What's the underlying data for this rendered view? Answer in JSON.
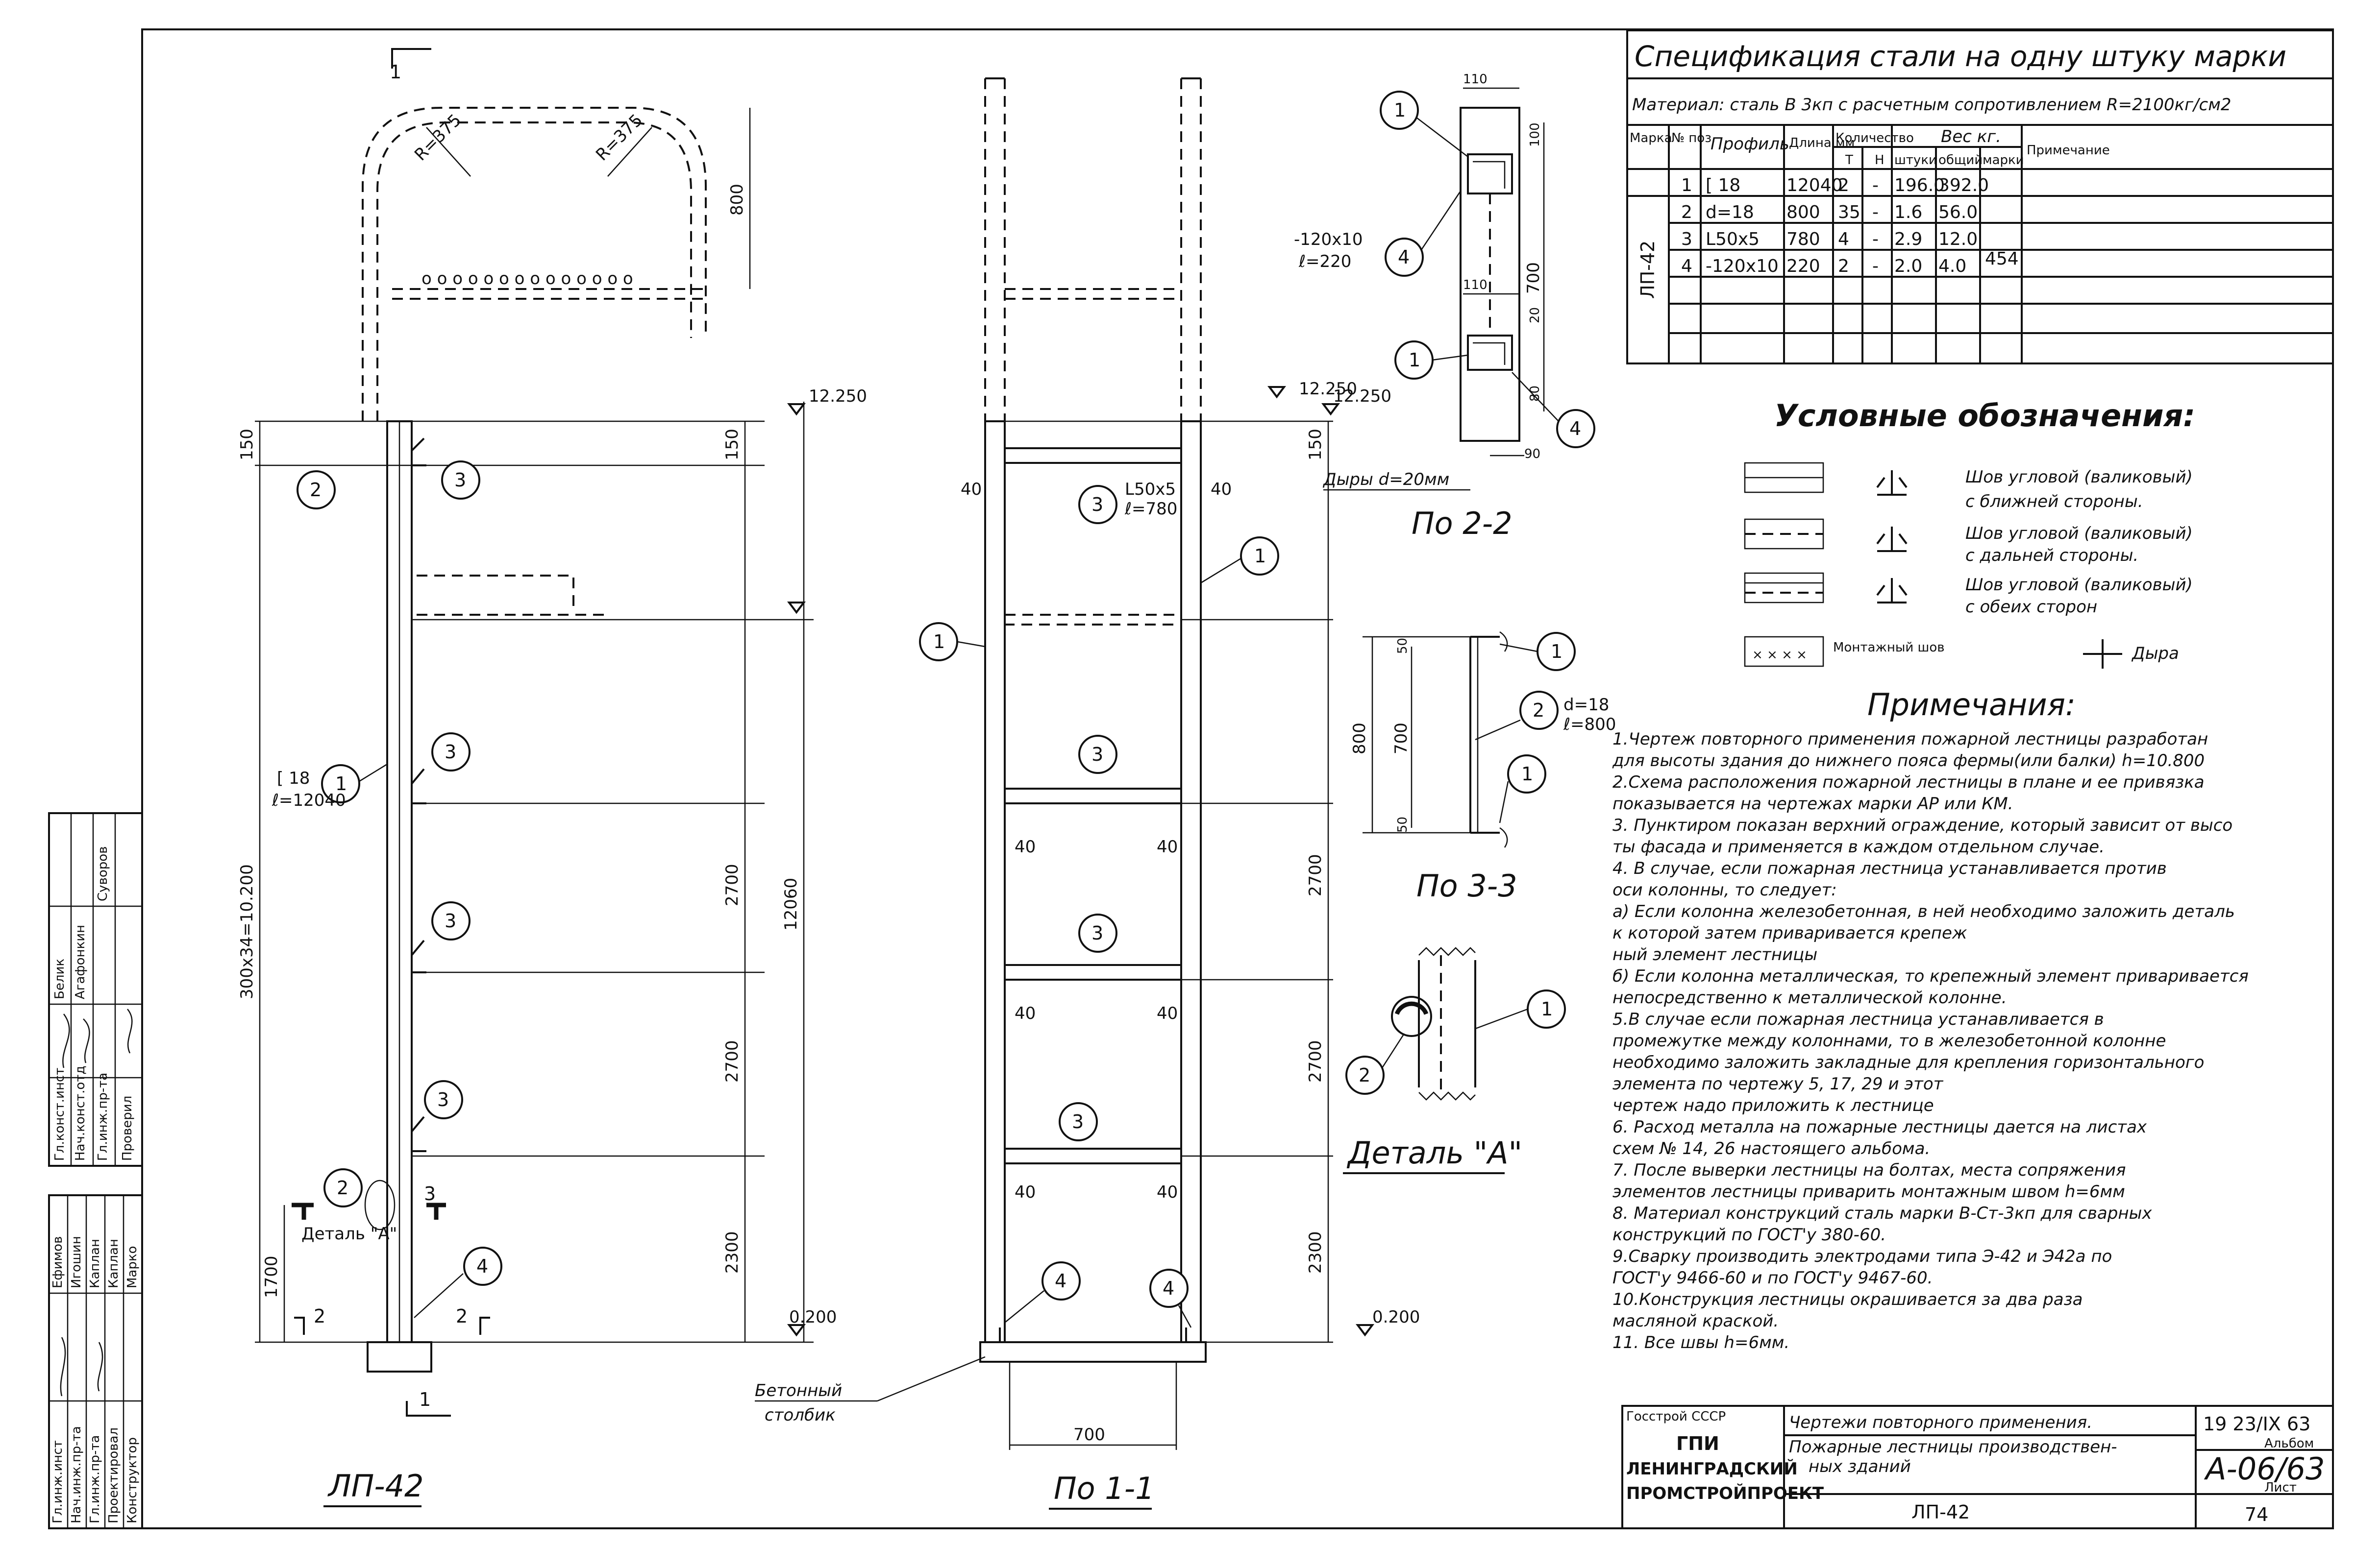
{
  "spec": {
    "title": "Спецификация стали на одну штуку марки",
    "material": "Материал: сталь В 3кп с расчетным сопротивлением R=2100кг/см2",
    "headers": {
      "mark": "Марка",
      "pos": "№ поз.",
      "profile": "Профиль",
      "length": "Длина мм",
      "qty": "Количество",
      "qty_t": "Т",
      "qty_n": "Н",
      "weight": "Вес кг.",
      "w_piece": "штуки",
      "w_total": "общий",
      "w_mark": "марки",
      "note": "Примечание"
    },
    "mark_name": "ЛП-42",
    "mark_total": "454",
    "rows": [
      {
        "pos": "1",
        "profile": "[ 18",
        "length": "12040",
        "t": "2",
        "n": "-",
        "piece": "196.0",
        "total": "392.0"
      },
      {
        "pos": "2",
        "profile": "d=18",
        "length": "800",
        "t": "35",
        "n": "-",
        "piece": "1.6",
        "total": "56.0"
      },
      {
        "pos": "3",
        "profile": "L50x5",
        "length": "780",
        "t": "4",
        "n": "-",
        "piece": "2.9",
        "total": "12.0"
      },
      {
        "pos": "4",
        "profile": "-120x10",
        "length": "220",
        "t": "2",
        "n": "-",
        "piece": "2.0",
        "total": "4.0"
      }
    ]
  },
  "legend": {
    "title": "Условные обозначения:",
    "items": [
      {
        "text1": "Шов угловой (валиковый)",
        "text2": "с ближней стороны."
      },
      {
        "text1": "Шов угловой (валиковый)",
        "text2": "с дальней стороны."
      },
      {
        "text1": "Шов угловой (валиковый)",
        "text2": "с обеих сторон"
      }
    ],
    "mount": "Монтажный шов",
    "hole": "Дыра"
  },
  "notes": {
    "title": "Примечания:",
    "lines": [
      "1.Чертеж повторного применения пожарной лестницы разработан",
      "для высоты здания до нижнего пояса фермы(или балки) h=10.800",
      "2.Схема расположения пожарной лестницы в плане и ее привязка",
      "показывается на чертежах марки АР или КМ.",
      "3. Пунктиром показан верхний ограждение, который зависит от высо",
      "ты фасада и применяется в каждом отдельном случае.",
      "4. В случае, если пожарная лестница устанавливается против",
      "оси колонны, то следует:",
      "а) Если колонна железобетонная, в ней необходимо заложить деталь",
      "к которой затем приваривается крепеж",
      "ный элемент лестницы",
      "б) Если колонна металлическая, то крепежный элемент приваривается",
      "непосредственно к металлической колонне.",
      "5.В случае если пожарная лестница устанавливается в",
      "промежутке между колоннами, то в железобетонной колонне",
      "необходимо заложить закладные для крепления горизонтального",
      "элемента по чертежу 5, 17, 29 и этот",
      "чертеж надо приложить к лестнице",
      "6. Расход металла на пожарные лестницы дается на листах",
      "схем № 14, 26 настоящего альбома.",
      "7. После выверки лестницы на болтах, места сопряжения",
      "элементов лестницы приварить монтажным швом h=6мм",
      "8. Материал конструкций сталь марки В-Ст-3кп для сварных",
      "конструкций по ГОСТ'у 380-60.",
      "9.Сварку производить электродами типа Э-42 и Э42а по",
      "ГОСТ'у 9466-60 и по ГОСТ'у 9467-60.",
      "10.Конструкция лестницы окрашивается за два раза",
      "масляной краской.",
      "11. Все швы h=6мм."
    ]
  },
  "views": {
    "main_label": "ЛП-42",
    "section11": "По 1-1",
    "section22": "По 2-2",
    "section33": "По 3-3",
    "detailA": "Деталь \"А\"",
    "detail_ref": "Деталь \"А\"",
    "concrete1": "Бетонный",
    "concrete2": "столбик",
    "holes": "Дыры d=20мм",
    "level_top": "12.250",
    "level_mid": "12.250",
    "level_bottom": "0.200",
    "channel1": "[ 18",
    "channel2": "ℓ=12040",
    "angle1": "L50x5",
    "angle2": "ℓ=780",
    "plate1": "-120x10",
    "plate2": "ℓ=220",
    "rod1": "d=18",
    "rod2": "ℓ=800",
    "radius1": "R=375",
    "radius2": "R=375",
    "dim_800": "800",
    "dim_150": "150",
    "dim_2700": "2700",
    "dim_2300": "2300",
    "dim_12060": "12060",
    "dim_rungs": "300x34=10.200",
    "dim_1700": "1700",
    "dim_700": "700",
    "dim_40": "40",
    "dim_110": "110",
    "dim_100": "100",
    "dim_20": "20",
    "dim_80": "80",
    "dim_90": "90",
    "dim_50": "50",
    "cut1": "1",
    "cut2": "2",
    "cut3": "3"
  },
  "stamp": {
    "org1": "Госстрой СССР",
    "org2": "ГПИ",
    "org3": "ЛЕНИНГРАДСКИЙ",
    "org4": "ПРОМСТРОЙПРОЕКТ",
    "title1": "Чертежи повторного применения.",
    "title2": "Пожарные лестницы производствен-",
    "title3": "ных зданий",
    "title4": "ЛП-42",
    "date": "19 23/IX 63",
    "album_lbl": "Альбом",
    "album": "А-06/63",
    "sheet_lbl": "Лист",
    "sheet": "74"
  },
  "left_block": {
    "r1": [
      "Гл.конст.инст",
      "Белик"
    ],
    "r2": [
      "Нач.конст.отд",
      "Агафонкин"
    ],
    "r3": [
      "Гл.инж.пр-та",
      "Суворов"
    ],
    "r4": [
      "Проверил",
      ""
    ],
    "b1": [
      "Гл.инж.инст",
      "Ефимов"
    ],
    "b2": [
      "Нач.инж.пр-та",
      "Игошин"
    ],
    "b3": [
      "Гл.инж.пр-та",
      "Каплан"
    ],
    "b4": [
      "Проектировал",
      "Каплан"
    ],
    "b5": [
      "Конструктор",
      "Марко"
    ]
  }
}
